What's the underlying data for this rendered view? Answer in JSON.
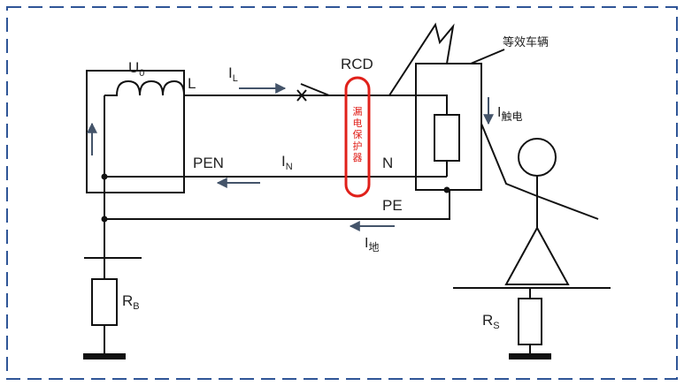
{
  "diagram": {
    "labels": {
      "U_main": "U",
      "U_sub": "0",
      "L": "L",
      "IL_main": "I",
      "IL_sub": "L",
      "RCD": "RCD",
      "vehicle": "等效车辆",
      "rcd_vertical": [
        "漏",
        "电",
        "保",
        "护",
        "器"
      ],
      "touch_main": "I",
      "touch_sub": "触电",
      "PEN": "PEN",
      "IN_main": "I",
      "IN_sub": "N",
      "N": "N",
      "PE": "PE",
      "ground_main": "I",
      "ground_sub": "地",
      "RB_main": "R",
      "RB_sub": "B",
      "RS_main": "R",
      "RS_sub": "S"
    },
    "colors": {
      "frame_dash": "#2f5597",
      "wire": "#111111",
      "arrow": "#44546a",
      "rcd_outline": "#e0201a",
      "rcd_text": "#e0201a",
      "text": "#222222"
    }
  }
}
